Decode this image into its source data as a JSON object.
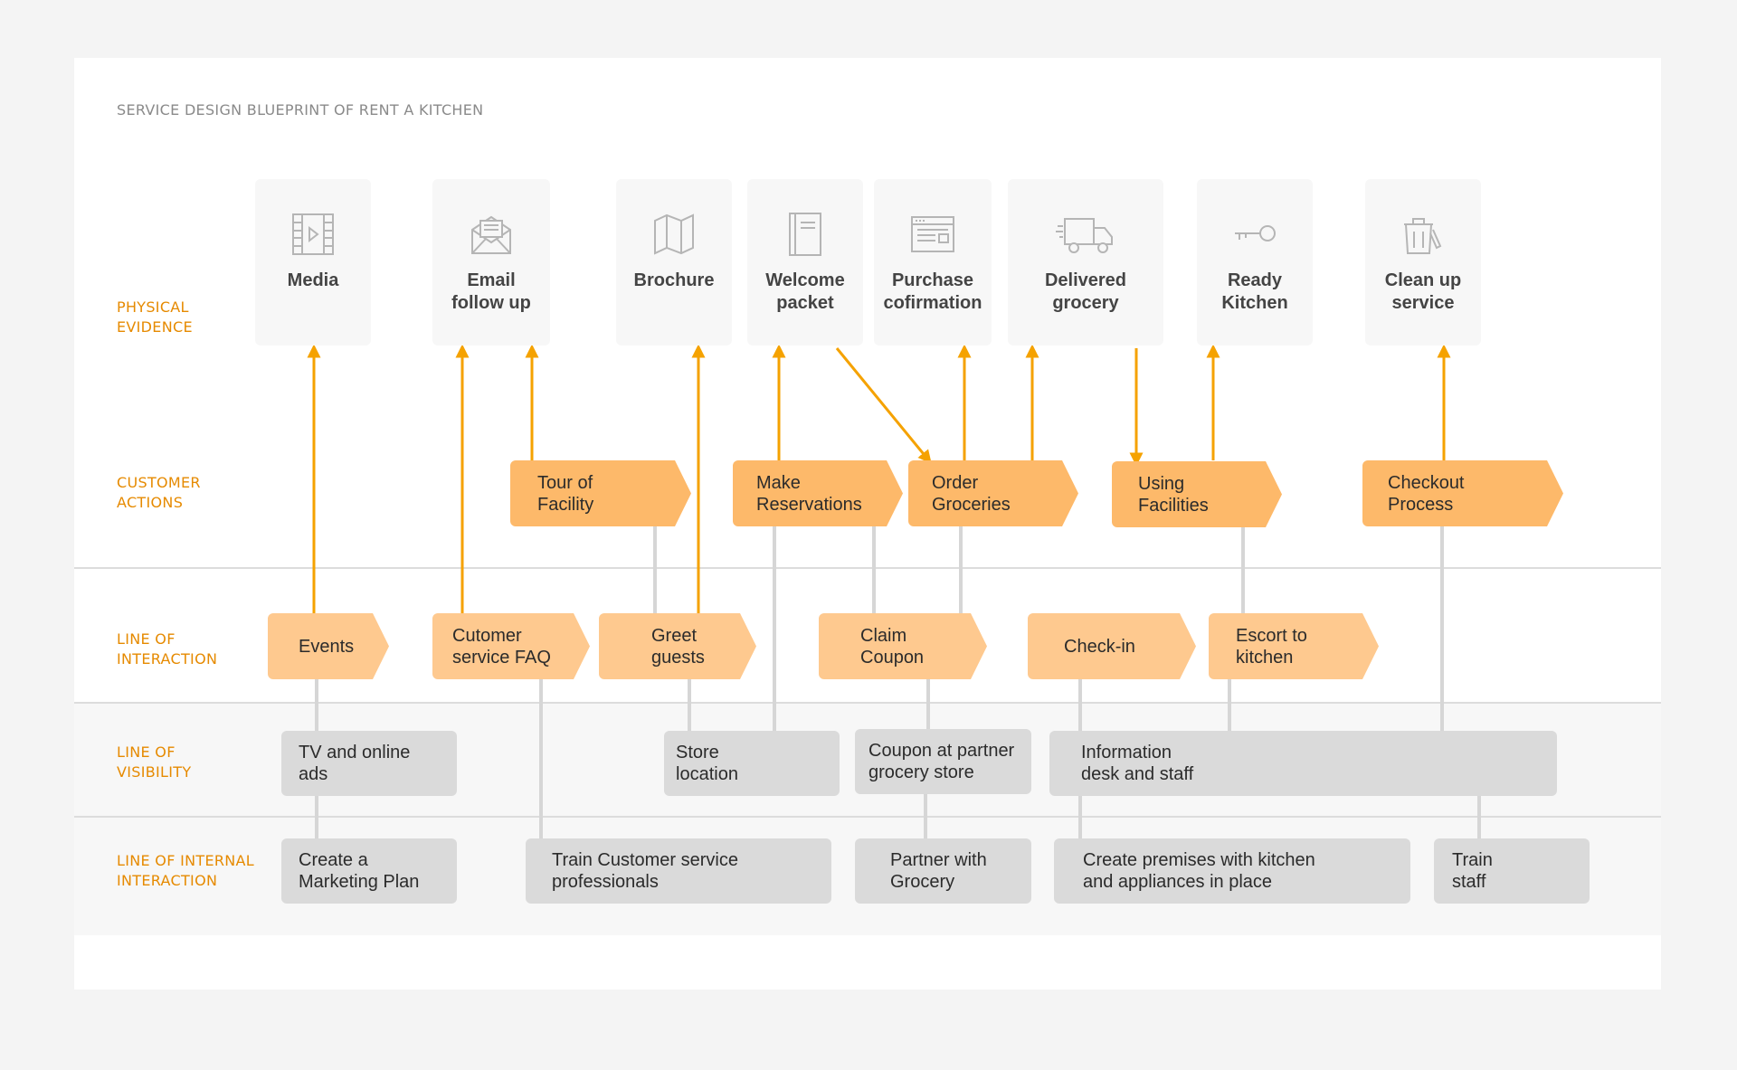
{
  "title": "SERVICE DESIGN BLUEPRINT OF RENT A KITCHEN",
  "lanes": [
    "PHYSICAL\nEVIDENCE",
    "CUSTOMER\nACTIONS",
    "LINE OF\nINTERACTION",
    "LINE OF\nVISIBILITY",
    "LINE OF INTERNAL\nINTERACTION"
  ],
  "evidence": [
    {
      "label": "Media",
      "icon": "film-icon"
    },
    {
      "label": "Email\nfollow up",
      "icon": "envelope-icon"
    },
    {
      "label": "Brochure",
      "icon": "map-icon"
    },
    {
      "label": "Welcome\npacket",
      "icon": "document-icon"
    },
    {
      "label": "Purchase\ncofirmation",
      "icon": "browser-window-icon"
    },
    {
      "label": "Delivered\ngrocery",
      "icon": "truck-icon"
    },
    {
      "label": "Ready\nKitchen",
      "icon": "key-icon"
    },
    {
      "label": "Clean up\nservice",
      "icon": "trash-bin-icon"
    }
  ],
  "customer_actions": [
    "Tour of\nFacility",
    "Make\nReservations",
    "Order\nGroceries",
    "Using\nFacilities",
    "Checkout\nProcess"
  ],
  "interaction": [
    "Events",
    "Cutomer\nservice FAQ",
    "Greet\nguests",
    "Claim\nCoupon",
    "Check-in",
    "Escort to\nkitchen"
  ],
  "visibility": [
    "TV and online\nads",
    "Store\nlocation",
    "Coupon at partner\ngrocery store",
    "Information\ndesk and staff"
  ],
  "internal": [
    "Create a\nMarketing Plan",
    "Train Customer service\nprofessionals",
    "Partner with\nGrocery",
    "Create premises with kitchen\nand appliances in place",
    "Train\nstaff"
  ],
  "colors": {
    "accent": "#f5a200",
    "lane_label": "#e68a00",
    "action_fill": "#fdb96a",
    "interaction_fill": "#fec98f",
    "support_fill": "#dadada",
    "connector_gray": "#d6d6d6"
  }
}
